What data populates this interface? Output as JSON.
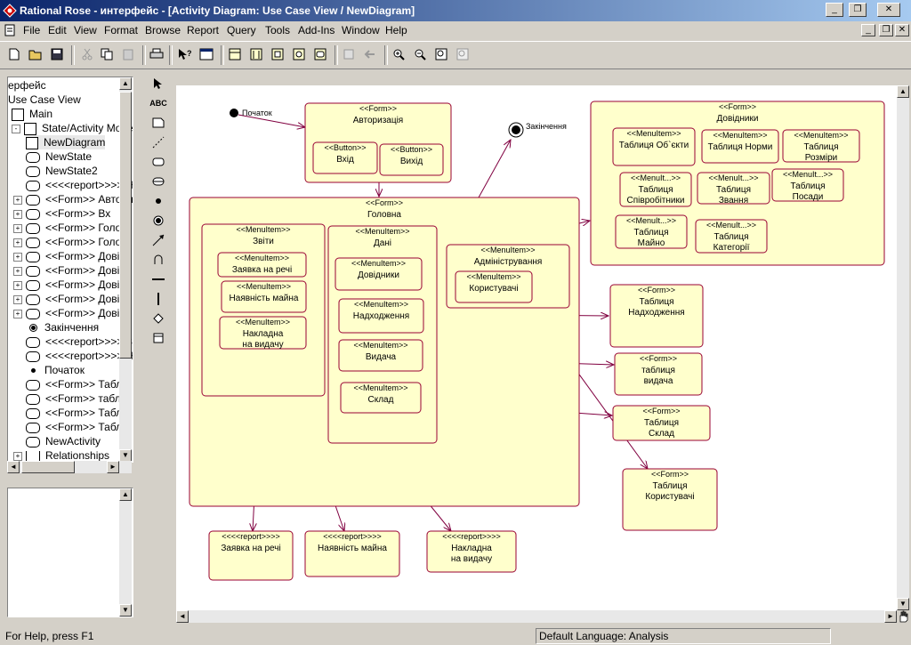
{
  "window": {
    "title": "Rational Rose - интерфейс - [Activity Diagram: Use Case View / NewDiagram]",
    "buttons": [
      "_",
      "❐",
      "✕"
    ],
    "mdi_buttons": [
      "_",
      "❐",
      "✕"
    ]
  },
  "menubar": {
    "items": [
      "File",
      "Edit",
      "View",
      "Format",
      "Browse",
      "Report",
      "Query",
      "Tools",
      "Add-Ins",
      "Window",
      "Help"
    ]
  },
  "browser": {
    "items": [
      {
        "label": "ерфейс",
        "icon": "none",
        "expander": ""
      },
      {
        "label": "Use Case View",
        "icon": "none",
        "expander": ""
      },
      {
        "label": "Main",
        "icon": "diagram-icon",
        "expander": ""
      },
      {
        "label": "State/Activity Model",
        "icon": "model-icon",
        "expander": "-"
      },
      {
        "label": "NewDiagram",
        "icon": "diagram-icon",
        "expander": ""
      },
      {
        "label": "NewState",
        "icon": "state-icon",
        "expander": ""
      },
      {
        "label": "NewState2",
        "icon": "state-icon",
        "expander": ""
      },
      {
        "label": "<<<<report>>>> H",
        "icon": "state-icon",
        "expander": ""
      },
      {
        "label": "<<Form>> Автори",
        "icon": "state-icon",
        "expander": "+"
      },
      {
        "label": "<<Form>> Вх",
        "icon": "state-icon",
        "expander": "+"
      },
      {
        "label": "<<Form>> Голові",
        "icon": "state-icon",
        "expander": "+"
      },
      {
        "label": "<<Form>> Голові",
        "icon": "state-icon",
        "expander": "+"
      },
      {
        "label": "<<Form>> Довід",
        "icon": "state-icon",
        "expander": "+"
      },
      {
        "label": "<<Form>> Довід",
        "icon": "state-icon",
        "expander": "+"
      },
      {
        "label": "<<Form>> Довід",
        "icon": "state-icon",
        "expander": "+"
      },
      {
        "label": "<<Form>> Довід",
        "icon": "state-icon",
        "expander": "+"
      },
      {
        "label": "<<Form>> Довід",
        "icon": "state-icon",
        "expander": "+"
      },
      {
        "label": "Закінчення",
        "icon": "end-icon",
        "expander": ""
      },
      {
        "label": "<<<<report>>>> З",
        "icon": "state-icon",
        "expander": ""
      },
      {
        "label": "<<<<report>>>> H",
        "icon": "state-icon",
        "expander": ""
      },
      {
        "label": "Початок",
        "icon": "start-icon",
        "expander": ""
      },
      {
        "label": "<<Form>> Табли",
        "icon": "state-icon",
        "expander": ""
      },
      {
        "label": "<<Form>> табли",
        "icon": "state-icon",
        "expander": ""
      },
      {
        "label": "<<Form>> Табли",
        "icon": "state-icon",
        "expander": ""
      },
      {
        "label": "<<Form>> Табли",
        "icon": "state-icon",
        "expander": ""
      },
      {
        "label": "NewActivity",
        "icon": "state-icon",
        "expander": ""
      },
      {
        "label": "Relationships",
        "icon": "relationship-icon",
        "expander": "+"
      }
    ]
  },
  "palette": {
    "text_tool": "ABC"
  },
  "diagram": {
    "initial_label": "Початок",
    "final_label": "Закінчення",
    "states": [
      {
        "stereo": "<<Form>>",
        "name": "Авторизація"
      },
      {
        "stereo": "<<Button>>",
        "name": "Вхід"
      },
      {
        "stereo": "<<Button>>",
        "name": "Вихід"
      },
      {
        "stereo": "<<Form>>",
        "name": "Головна"
      },
      {
        "stereo": "<<MenuItem>>",
        "name": "Звіти"
      },
      {
        "stereo": "<<MenuItem>>",
        "name": "Заявка на речі"
      },
      {
        "stereo": "<<MenuItem>>",
        "name": "Наявність майна"
      },
      {
        "stereo": "<<MenuItem>>",
        "name": "Накладна на видачу"
      },
      {
        "stereo": "<<MenuItem>>",
        "name": "Дані"
      },
      {
        "stereo": "<<MenuItem>>",
        "name": "Довідники"
      },
      {
        "stereo": "<<MenuItem>>",
        "name": "Надходження"
      },
      {
        "stereo": "<<MenuItem>>",
        "name": "Видача"
      },
      {
        "stereo": "<<MenuItem>>",
        "name": "Склад"
      },
      {
        "stereo": "<<MenuItem>>",
        "name": "Адміністрування"
      },
      {
        "stereo": "<<MenuItem>>",
        "name": "Користувачі"
      },
      {
        "stereo": "<<Form>>",
        "name": "Довідники"
      },
      {
        "stereo": "<<MenuItem>>",
        "name": "Таблиця Об`єкти"
      },
      {
        "stereo": "<<MenuItem>>",
        "name": "Таблиця Норми"
      },
      {
        "stereo": "<<MenuItem>>",
        "name": "Таблиця Розміри"
      },
      {
        "stereo": "<<MenuIt...>>",
        "name": "Таблиця Співробітники"
      },
      {
        "stereo": "<<MenuIt...>>",
        "name": "Таблиця Звання"
      },
      {
        "stereo": "<<MenuIt...>>",
        "name": "Таблиця Посади"
      },
      {
        "stereo": "<<MenuIt...>>",
        "name": "Таблиця Майно"
      },
      {
        "stereo": "<<MenuIt...>>",
        "name": "Таблиця Категорії"
      },
      {
        "stereo": "<<Form>>",
        "name": "Таблиця Надходження"
      },
      {
        "stereo": "<<Form>>",
        "name": "таблиця видача"
      },
      {
        "stereo": "<<Form>>",
        "name": "Таблиця Склад"
      },
      {
        "stereo": "<<Form>>",
        "name": "Таблиця Користувачі"
      },
      {
        "stereo": "<<<<report>>>>",
        "name": "Заявка на речі"
      },
      {
        "stereo": "<<<<report>>>>",
        "name": "Наявність майна"
      },
      {
        "stereo": "<<<<report>>>>",
        "name": "Накладна на видачу"
      }
    ]
  },
  "status": {
    "help": "For Help, press F1",
    "language": "Default Language: Analysis"
  },
  "colors": {
    "state_fill": "#ffffcc",
    "state_stroke": "#990033",
    "transition": "#800040",
    "titlebar_start": "#0a246a",
    "titlebar_end": "#a6caf0"
  }
}
